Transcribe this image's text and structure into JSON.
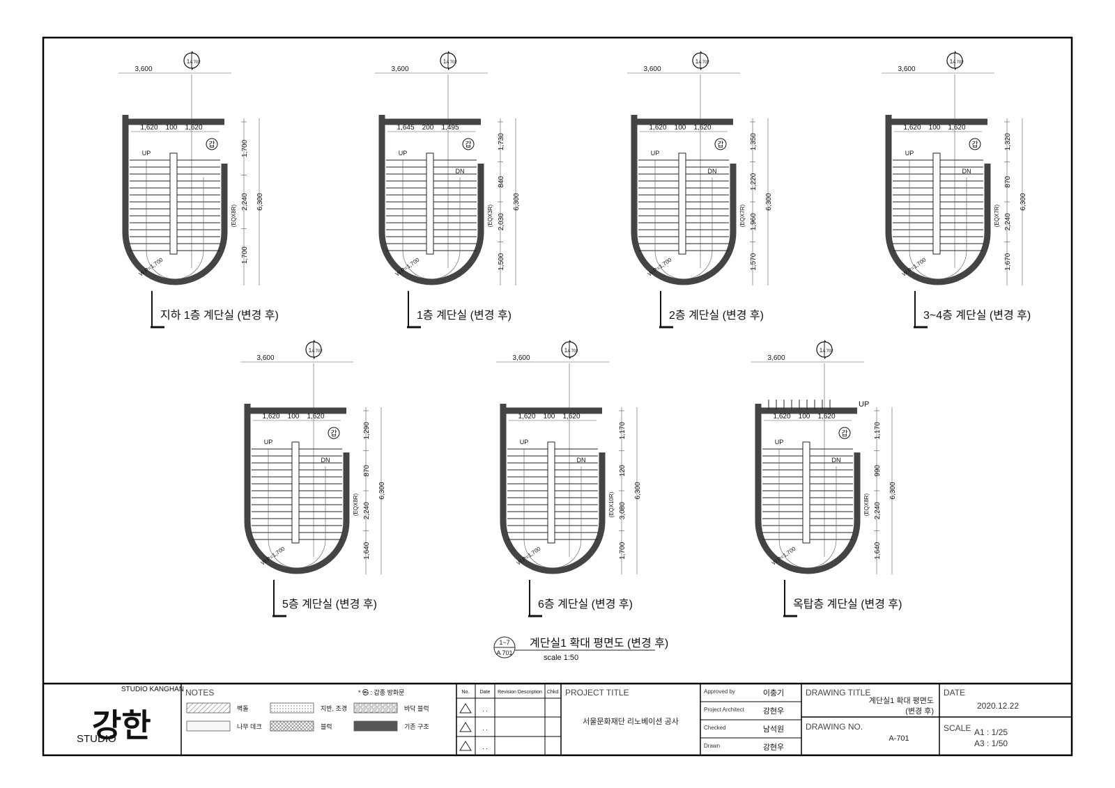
{
  "plans": [
    {
      "caption": "지하 1층 계단실 (변경 후)",
      "top": "3,600",
      "w1": "1,620",
      "w2": "100",
      "w3": "1,620",
      "rdims": [
        "1,700",
        "2,240",
        "1,700"
      ],
      "total": "6,300",
      "eqx": "(EQX8R)",
      "up": "UP",
      "dn": "",
      "wp": "W.P=1,700",
      "gap": "갑",
      "tag": "1",
      "tagsheet": "A 702"
    },
    {
      "caption": "1층 계단실 (변경 후)",
      "top": "3,600",
      "w1": "1,645",
      "w2": "200",
      "w3": "1,495",
      "rdims": [
        "1,730",
        "840",
        "2,030",
        "1,500"
      ],
      "total": "6,300",
      "eqx": "(EQX3R)",
      "up": "UP",
      "dn": "DN",
      "wp": "W.P=1,700",
      "gap": "갑",
      "tag": "1",
      "tagsheet": "A 702"
    },
    {
      "caption": "2층 계단실 (변경 후)",
      "top": "3,600",
      "w1": "1,620",
      "w2": "100",
      "w3": "1,620",
      "rdims": [
        "1,350",
        "1,220",
        "1,960",
        "1,570"
      ],
      "total": "6,300",
      "eqx": "(EQX7R)",
      "up": "UP",
      "dn": "DN",
      "wp": "W.P=1,700",
      "gap": "갑",
      "tag": "1",
      "tagsheet": "A 702"
    },
    {
      "caption": "3~4층 계단실 (변경 후)",
      "top": "3,600",
      "w1": "1,620",
      "w2": "100",
      "w3": "1,620",
      "rdims": [
        "1,320",
        "870",
        "2,240",
        "1,670"
      ],
      "total": "6,300",
      "eqx": "(EQX7R)",
      "up": "UP",
      "dn": "DN",
      "wp": "W.P=1,700",
      "gap": "갑",
      "tag": "1",
      "tagsheet": "A 702"
    },
    {
      "caption": "5층 계단실 (변경 후)",
      "top": "3,600",
      "w1": "1,620",
      "w2": "100",
      "w3": "1,620",
      "rdims": [
        "1,290",
        "870",
        "2,240",
        "1,640"
      ],
      "total": "6,300",
      "eqx": "(EQX8R)",
      "up": "UP",
      "dn": "DN",
      "wp": "W.P=1,700",
      "gap": "갑",
      "tag": "1",
      "tagsheet": "A 702"
    },
    {
      "caption": "6층 계단실 (변경 후)",
      "top": "3,600",
      "w1": "1,620",
      "w2": "100",
      "w3": "1,620",
      "rdims": [
        "1,170",
        "120",
        "3,080",
        "1,700"
      ],
      "total": "6,300",
      "eqx": "(EQX10R)",
      "up": "UP",
      "dn": "DN",
      "wp": "W.P=1,700",
      "gap": "",
      "tag": "1",
      "tagsheet": "A 702"
    },
    {
      "caption": "옥탑층 계단실 (변경 후)",
      "top": "3,600",
      "w1": "1,620",
      "w2": "100",
      "w3": "1,620",
      "rdims": [
        "1,170",
        "990",
        "2,240",
        "1,640"
      ],
      "total": "6,300",
      "eqx": "(EQX8R)",
      "up": "UP",
      "dn": "DN",
      "wp": "W.P=1,700",
      "gap": "갑",
      "tag": "1",
      "tagsheet": "A 702",
      "roof_up": "UP"
    }
  ],
  "drawing_label": {
    "title": "계단실1 확대 평면도 (변경 후)",
    "scale": "scale 1:50",
    "tag_top": "1~7",
    "tag_bottom": "A 701"
  },
  "title_block": {
    "studio_name": "STUDIO KANGHAN",
    "logo_korean": "강한",
    "logo_studio": "STUDIO",
    "notes_label": "NOTES",
    "gap_note": "*  ㉿    :  갑종 방화문",
    "legend": [
      {
        "label": "벽돌",
        "pattern": "hatch"
      },
      {
        "label": "지반, 조경",
        "pattern": "dots"
      },
      {
        "label": "바닥 블럭",
        "pattern": "meander"
      },
      {
        "label": "나무 데크",
        "pattern": "light"
      },
      {
        "label": "블럭",
        "pattern": "cross"
      },
      {
        "label": "기존 구조",
        "pattern": "solid"
      }
    ],
    "rev_headers": [
      "No.",
      "Date",
      "Revision Description",
      "Chkd."
    ],
    "rev_rows": [
      ". .",
      ". .",
      ". ."
    ],
    "project_title_label": "PROJECT TITLE",
    "project_title": "서울문화재단 리노베이션 공사",
    "approvals": [
      {
        "role": "Approved by",
        "name": "이충기"
      },
      {
        "role": "Project Architect",
        "name": "강현우"
      },
      {
        "role": "Checked",
        "name": "남석원"
      },
      {
        "role": "Drawn",
        "name": "강현우"
      }
    ],
    "drawing_title_label": "DRAWING TITLE",
    "drawing_title_1": "계단실1 확대 평면도",
    "drawing_title_2": "(변경 후)",
    "drawing_no_label": "DRAWING NO.",
    "drawing_no": "A-701",
    "date_label": "DATE",
    "date": "2020.12.22",
    "scale_label": "SCALE",
    "scale_a1": "A1 : 1/25",
    "scale_a3": "A3 : 1/50"
  },
  "colors": {
    "wall": "#444444",
    "line": "#111111",
    "frame": "#000000"
  }
}
